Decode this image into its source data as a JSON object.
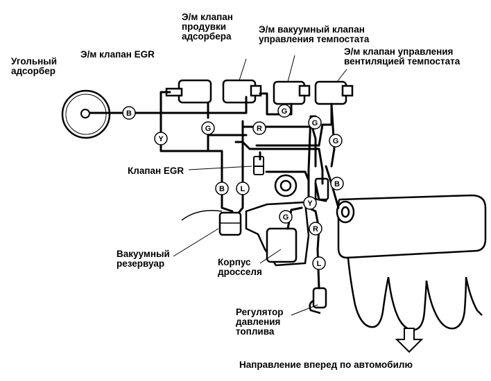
{
  "labels": {
    "charcoal_canister": [
      "Угольный",
      "адсорбер"
    ],
    "egr_solenoid": [
      "Э/м клапан EGR"
    ],
    "purge_solenoid": [
      "Э/м клапан",
      "продувки",
      "адсорбера"
    ],
    "thermostat_vacuum_valve": [
      "Э/м вакуумный клапан",
      "управления темпостата"
    ],
    "thermostat_vent_valve": [
      "Э/м клапан управления",
      "вентиляцией темпостата"
    ],
    "egr_valve": [
      "Клапан EGR"
    ],
    "vacuum_reservoir": [
      "Вакуумный",
      "резервуар"
    ],
    "throttle_body": [
      "Корпус",
      "дросселя"
    ],
    "fuel_pressure_regulator": [
      "Регулятор",
      "давления",
      "топлива"
    ],
    "forward_direction": [
      "Направление вперед по автомобилю"
    ]
  },
  "hose_tags": {
    "b_canister": "B",
    "g_purge": "G",
    "g_vacuum_valve": "G",
    "g_vent_valve_top": "G",
    "g_vent_valve_side": "G",
    "r_upper": "R",
    "y_left": "Y",
    "y_throttle": "Y",
    "b_manifold": "B",
    "b_reservoir": "B",
    "l_reservoir": "L",
    "g_throttle": "G",
    "r_lower": "R",
    "l_regulator": "L"
  }
}
